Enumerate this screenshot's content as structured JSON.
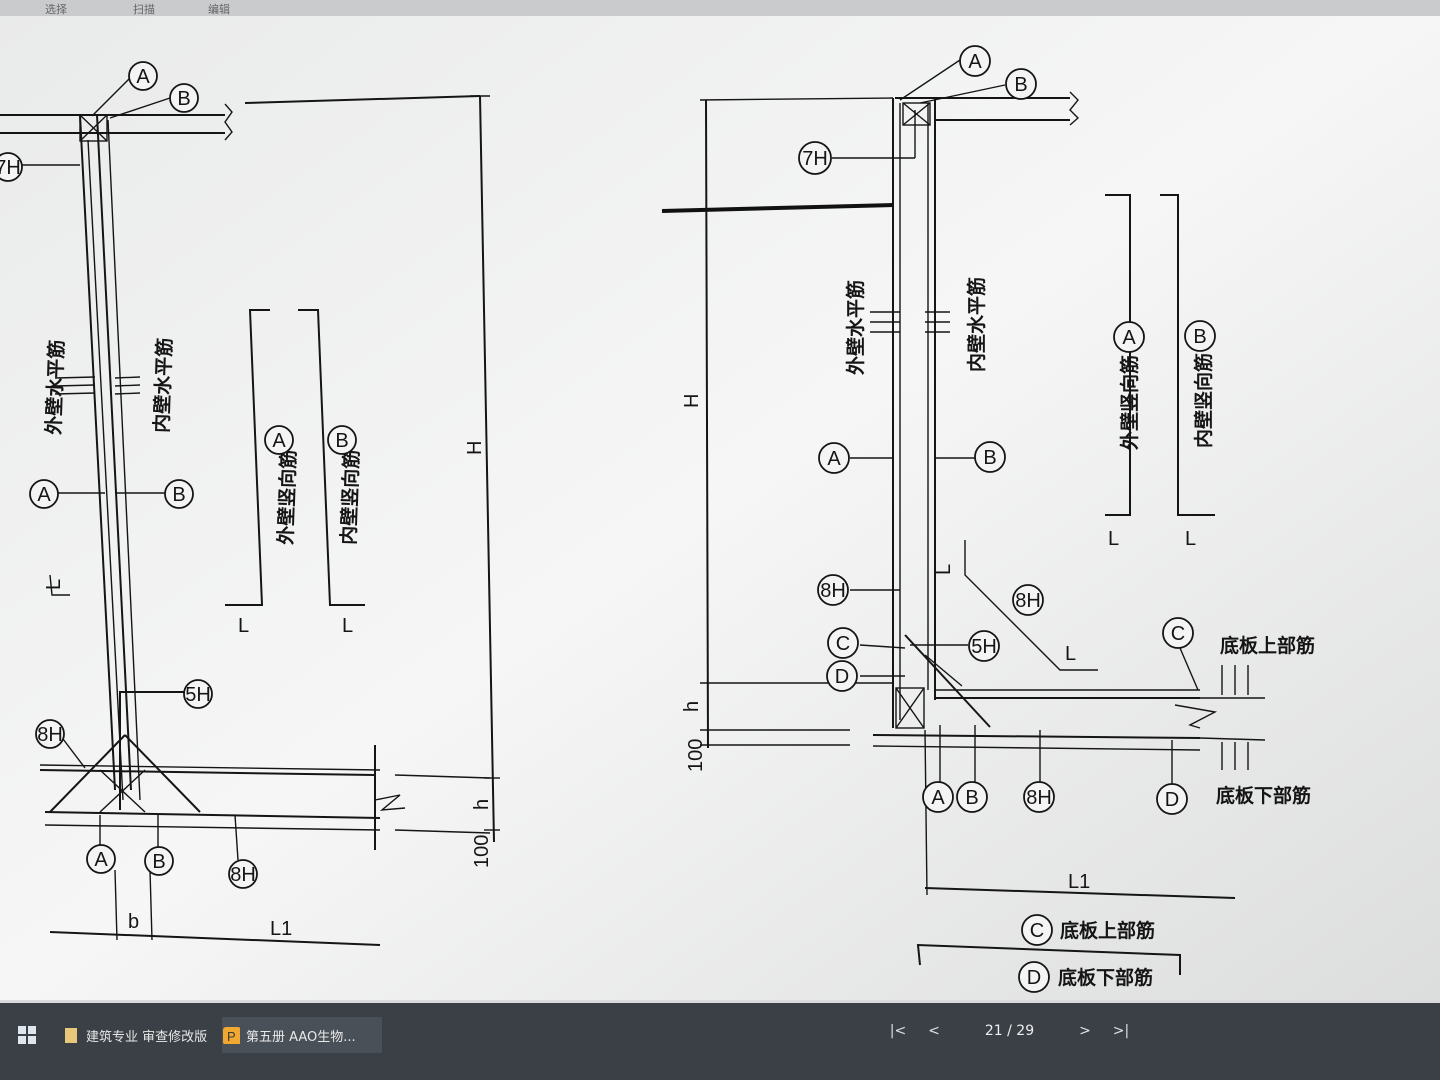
{
  "toolbar": {
    "items": [
      "选择",
      "扫描",
      "编辑"
    ]
  },
  "drawing": {
    "left": {
      "markers": [
        "A",
        "B",
        "7H",
        "A",
        "B",
        "5H",
        "8H",
        "A",
        "B",
        "8H"
      ],
      "wall_h_outer": "外壁水平筋",
      "wall_h_inner": "内壁水平筋",
      "vert_outer": "外壁竖向筋",
      "vert_inner": "内壁竖向筋",
      "dims": {
        "H": "H",
        "h": "h",
        "d100": "100",
        "b": "b",
        "L1": "L1",
        "L": "L"
      }
    },
    "right": {
      "markers": [
        "A",
        "B",
        "7H",
        "A",
        "B",
        "8H",
        "C",
        "D",
        "5H",
        "8H",
        "C",
        "A",
        "B",
        "8H",
        "D",
        "A",
        "B",
        "C",
        "D"
      ],
      "wall_h_outer": "外壁水平筋",
      "wall_h_inner": "内壁水平筋",
      "vert_outer": "外壁竖向筋",
      "vert_inner": "内壁竖向筋",
      "slab_top": "底板上部筋",
      "slab_bottom": "底板下部筋",
      "dims": {
        "H": "H",
        "h": "h",
        "d100": "100",
        "L1": "L1",
        "L": "L"
      }
    }
  },
  "taskbar": {
    "task1": "建筑专业 审查修改版",
    "task2": "第五册  AAO生物..."
  },
  "pager": {
    "page": "21 / 29",
    "first": "|<",
    "prev": "<",
    "next": ">",
    "last": ">|"
  },
  "colors": {
    "paper": "#f3f3f3",
    "ink": "#151515",
    "taskbar": "#3a4046"
  }
}
